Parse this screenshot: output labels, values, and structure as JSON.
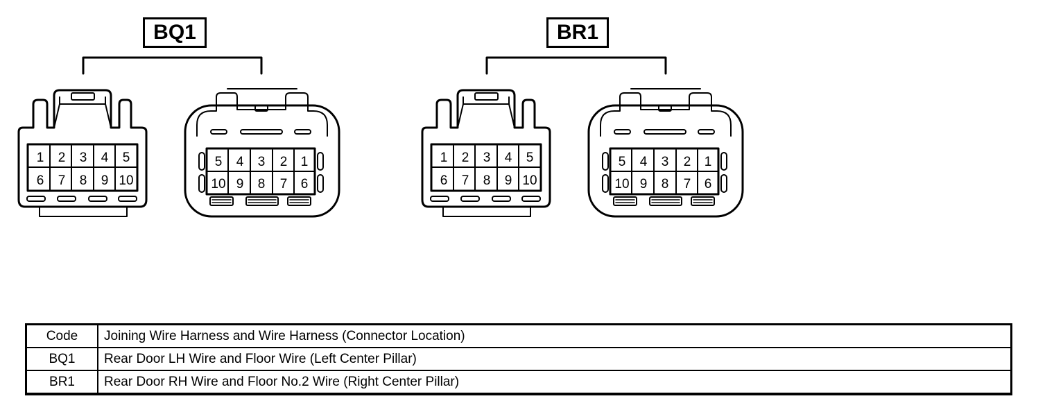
{
  "connectors": [
    {
      "code": "BQ1",
      "female_pins": {
        "top": [
          "1",
          "2",
          "3",
          "4",
          "5"
        ],
        "bottom": [
          "6",
          "7",
          "8",
          "9",
          "10"
        ]
      },
      "male_pins": {
        "top": [
          "5",
          "4",
          "3",
          "2",
          "1"
        ],
        "bottom": [
          "10",
          "9",
          "8",
          "7",
          "6"
        ]
      }
    },
    {
      "code": "BR1",
      "female_pins": {
        "top": [
          "1",
          "2",
          "3",
          "4",
          "5"
        ],
        "bottom": [
          "6",
          "7",
          "8",
          "9",
          "10"
        ]
      },
      "male_pins": {
        "top": [
          "5",
          "4",
          "3",
          "2",
          "1"
        ],
        "bottom": [
          "10",
          "9",
          "8",
          "7",
          "6"
        ]
      }
    }
  ],
  "table": {
    "header": {
      "code": "Code",
      "description": "Joining Wire Harness and Wire Harness (Connector Location)"
    },
    "rows": [
      {
        "code": "BQ1",
        "description": "Rear Door LH Wire and Floor Wire (Left Center Pillar)"
      },
      {
        "code": "BR1",
        "description": "Rear Door RH Wire and Floor No.2 Wire (Right Center Pillar)"
      }
    ]
  }
}
